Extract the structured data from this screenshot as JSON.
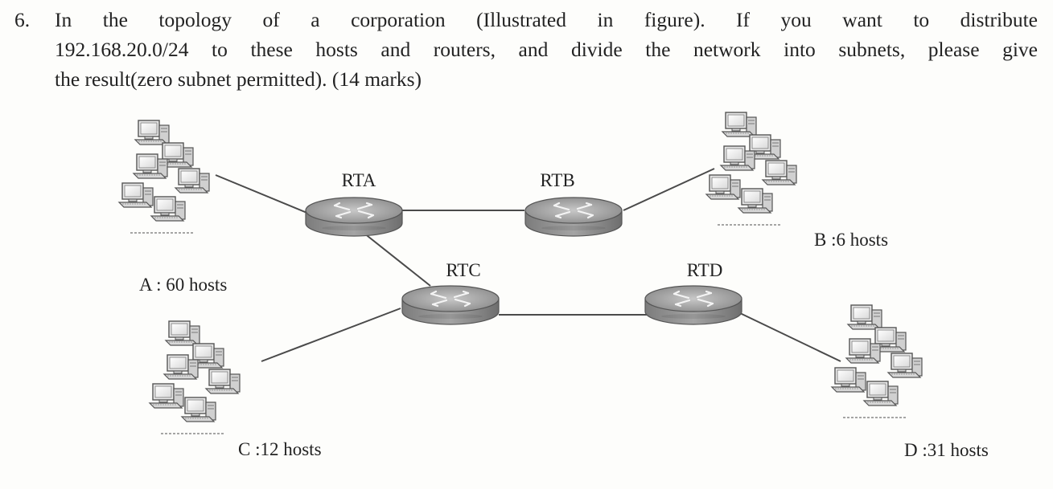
{
  "question": {
    "number": "6.",
    "line1": "In the topology of a corporation (Illustrated in figure). If you want to distribute",
    "line2": "192.168.20.0/24 to these hosts and routers, and divide the network into subnets, please give",
    "line3": "the result(zero subnet permitted). (14 marks)"
  },
  "routers": {
    "rta": "RTA",
    "rtb": "RTB",
    "rtc": "RTC",
    "rtd": "RTD"
  },
  "host_groups": {
    "a": "A : 60 hosts",
    "b": "B :6 hosts",
    "c": "C :12 hosts",
    "d": "D :31 hosts"
  },
  "colors": {
    "router_body": "#9a9a9a",
    "link_line": "#4a4a4a",
    "text": "#222222"
  }
}
